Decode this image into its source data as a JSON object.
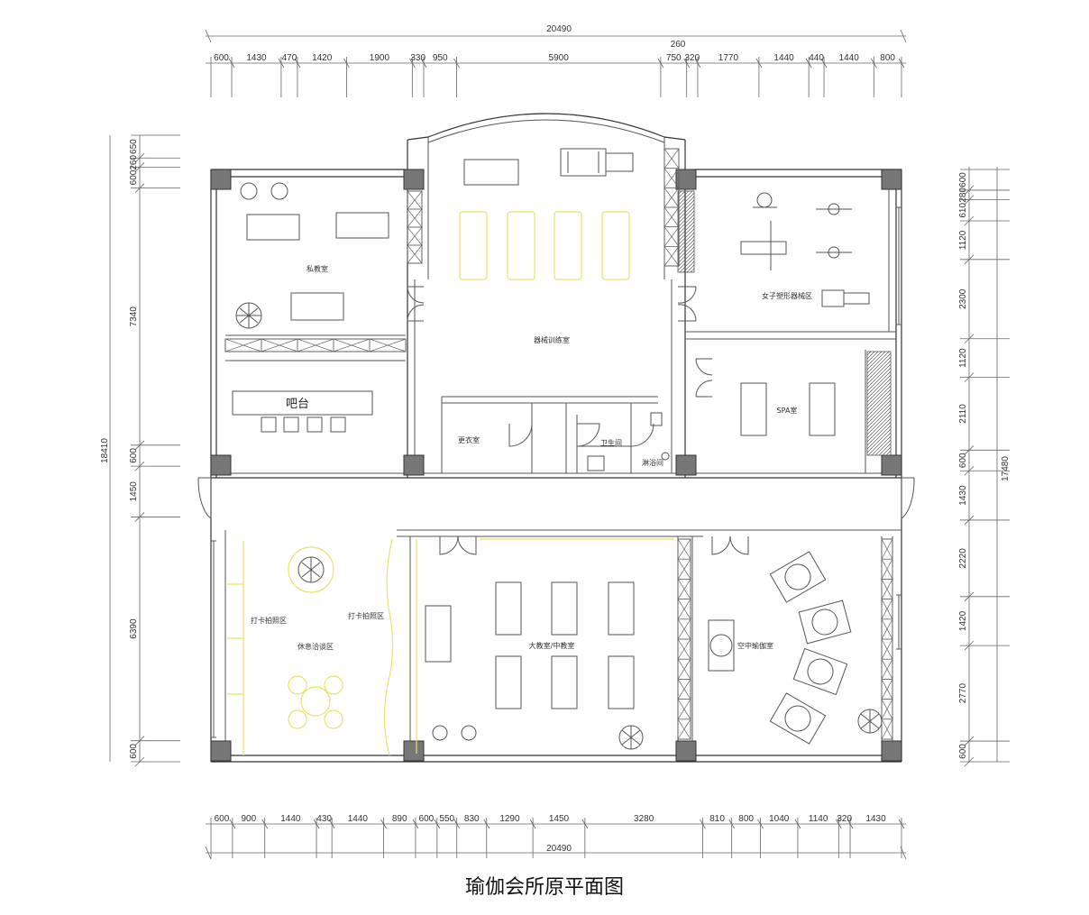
{
  "caption": "瑜伽会所原平面图",
  "dimensions": {
    "top_total": "20490",
    "top_sub": "260",
    "top_segments": [
      "600",
      "1430",
      "470",
      "1420",
      "1900",
      "330",
      "950",
      "5900",
      "750",
      "320",
      "1770",
      "1440",
      "440",
      "1440",
      "800"
    ],
    "bottom_segments": [
      "600",
      "900",
      "1440",
      "430",
      "1440",
      "890",
      "600",
      "550",
      "830",
      "1290",
      "1450",
      "3280",
      "810",
      "800",
      "1040",
      "1140",
      "320",
      "1430"
    ],
    "bottom_total": "20490",
    "left_total": "18410",
    "left_segments": [
      "650",
      "260",
      "600",
      "7340",
      "600",
      "1450",
      "6390",
      "600"
    ],
    "right_total": "17480",
    "right_segments": [
      "600",
      "280",
      "610",
      "1120",
      "2300",
      "1120",
      "2110",
      "600",
      "1430",
      "2220",
      "1420",
      "2770",
      "600"
    ]
  },
  "rooms": {
    "private_room": "私教室",
    "equipment_room": "器械训练室",
    "female_area": "女子塑形器械区",
    "bar": "吧台",
    "changing_room": "更衣室",
    "restroom": "卫生间",
    "shower": "淋浴间",
    "spa_room": "SPA室",
    "checkin_area_left": "打卡拍照区",
    "checkin_area_right": "打卡拍照区",
    "lounge": "休息洽谈区",
    "group_class": "大教室/中教室",
    "aerial_yoga": "空中瑜伽室"
  }
}
